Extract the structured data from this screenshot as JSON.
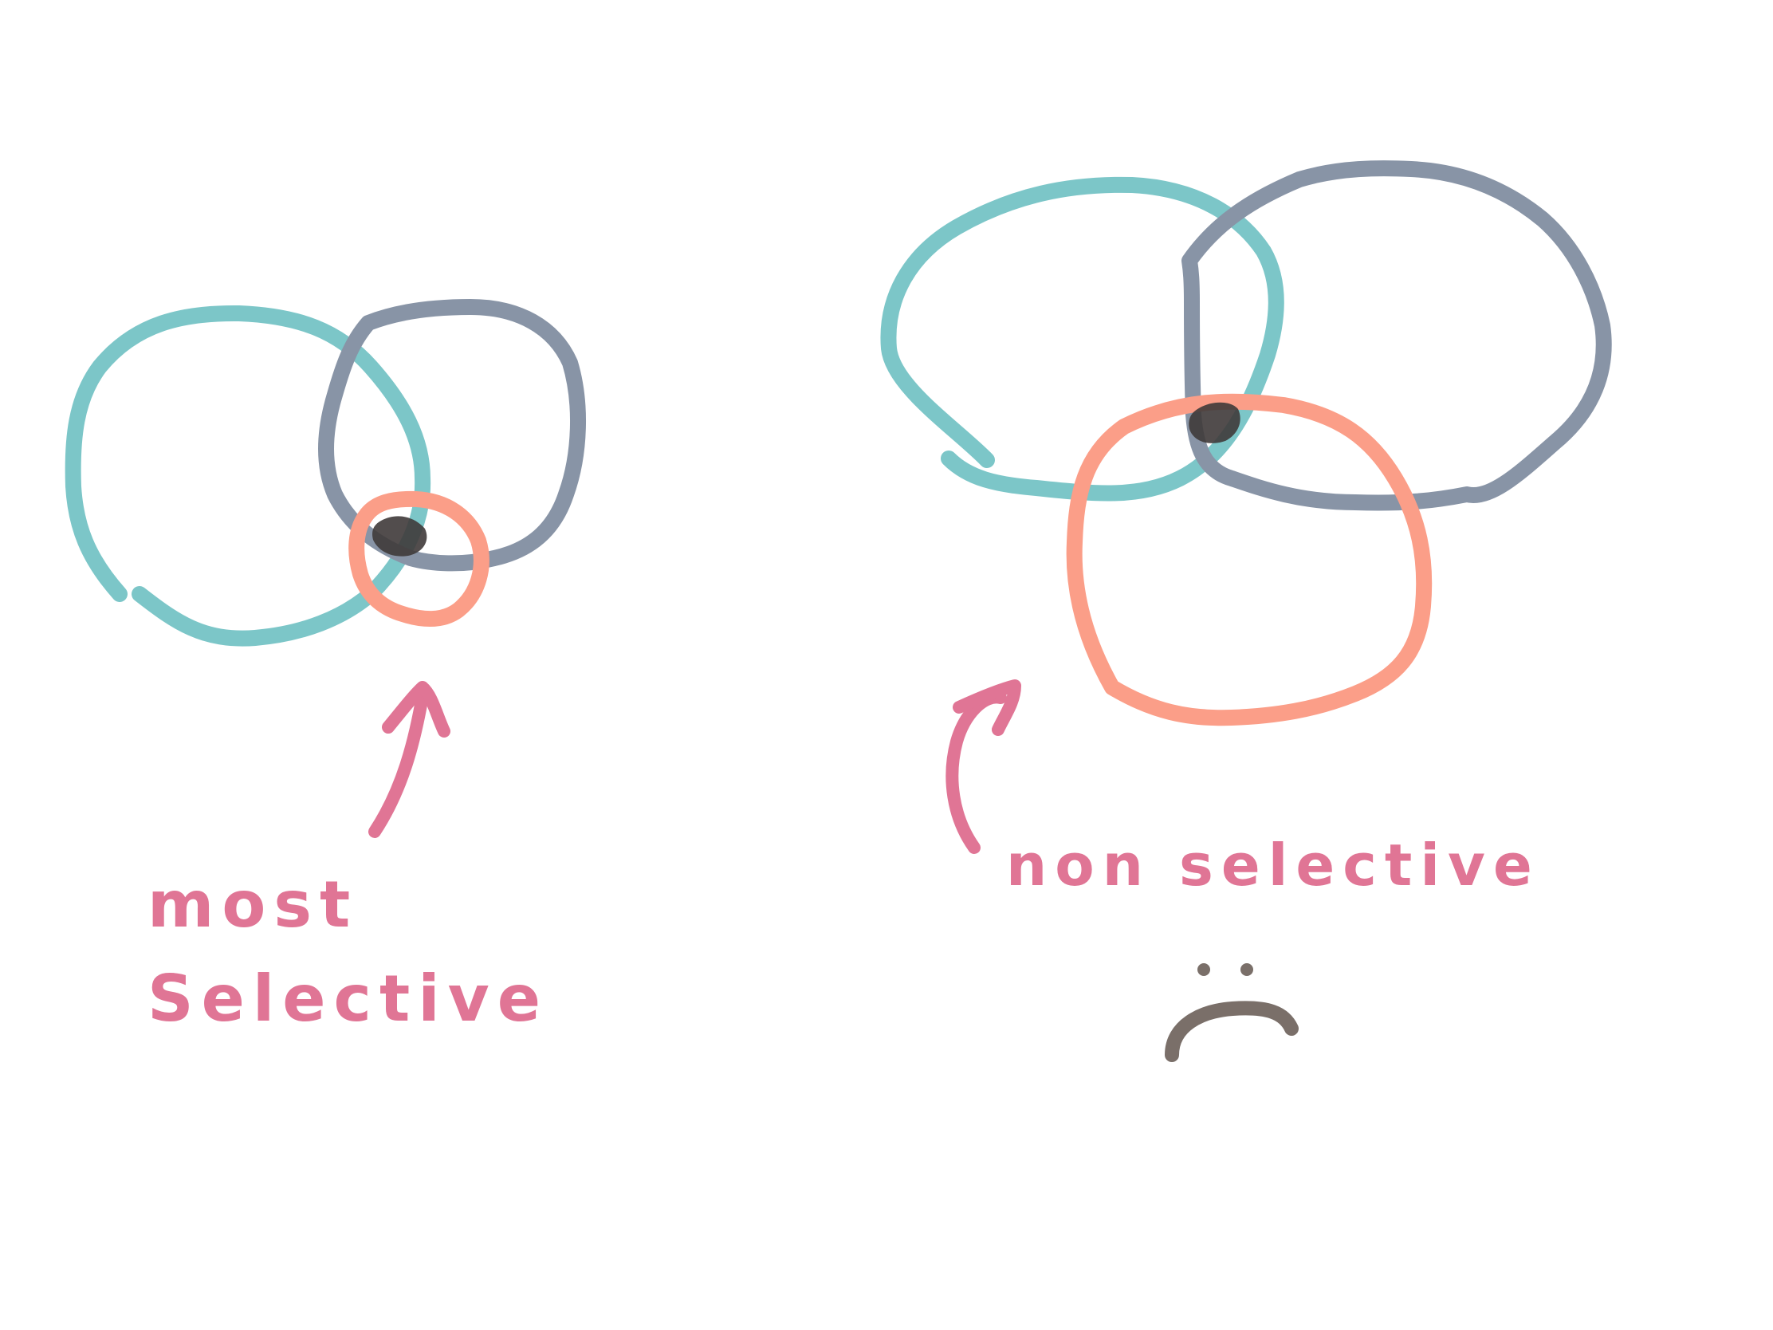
{
  "colors": {
    "background": "#ffffff",
    "teal": "#7cc6c8",
    "slate": "#8894a6",
    "salmon": "#fb9e88",
    "pink": "#e07595",
    "overlap": "#3f3a3a",
    "face": "#7a6f69"
  },
  "left_panel": {
    "label_line1": "most",
    "label_line2": "Selective"
  },
  "right_panel": {
    "label_line1": "non selective"
  },
  "face": {
    "icon": "sad-face-icon"
  }
}
